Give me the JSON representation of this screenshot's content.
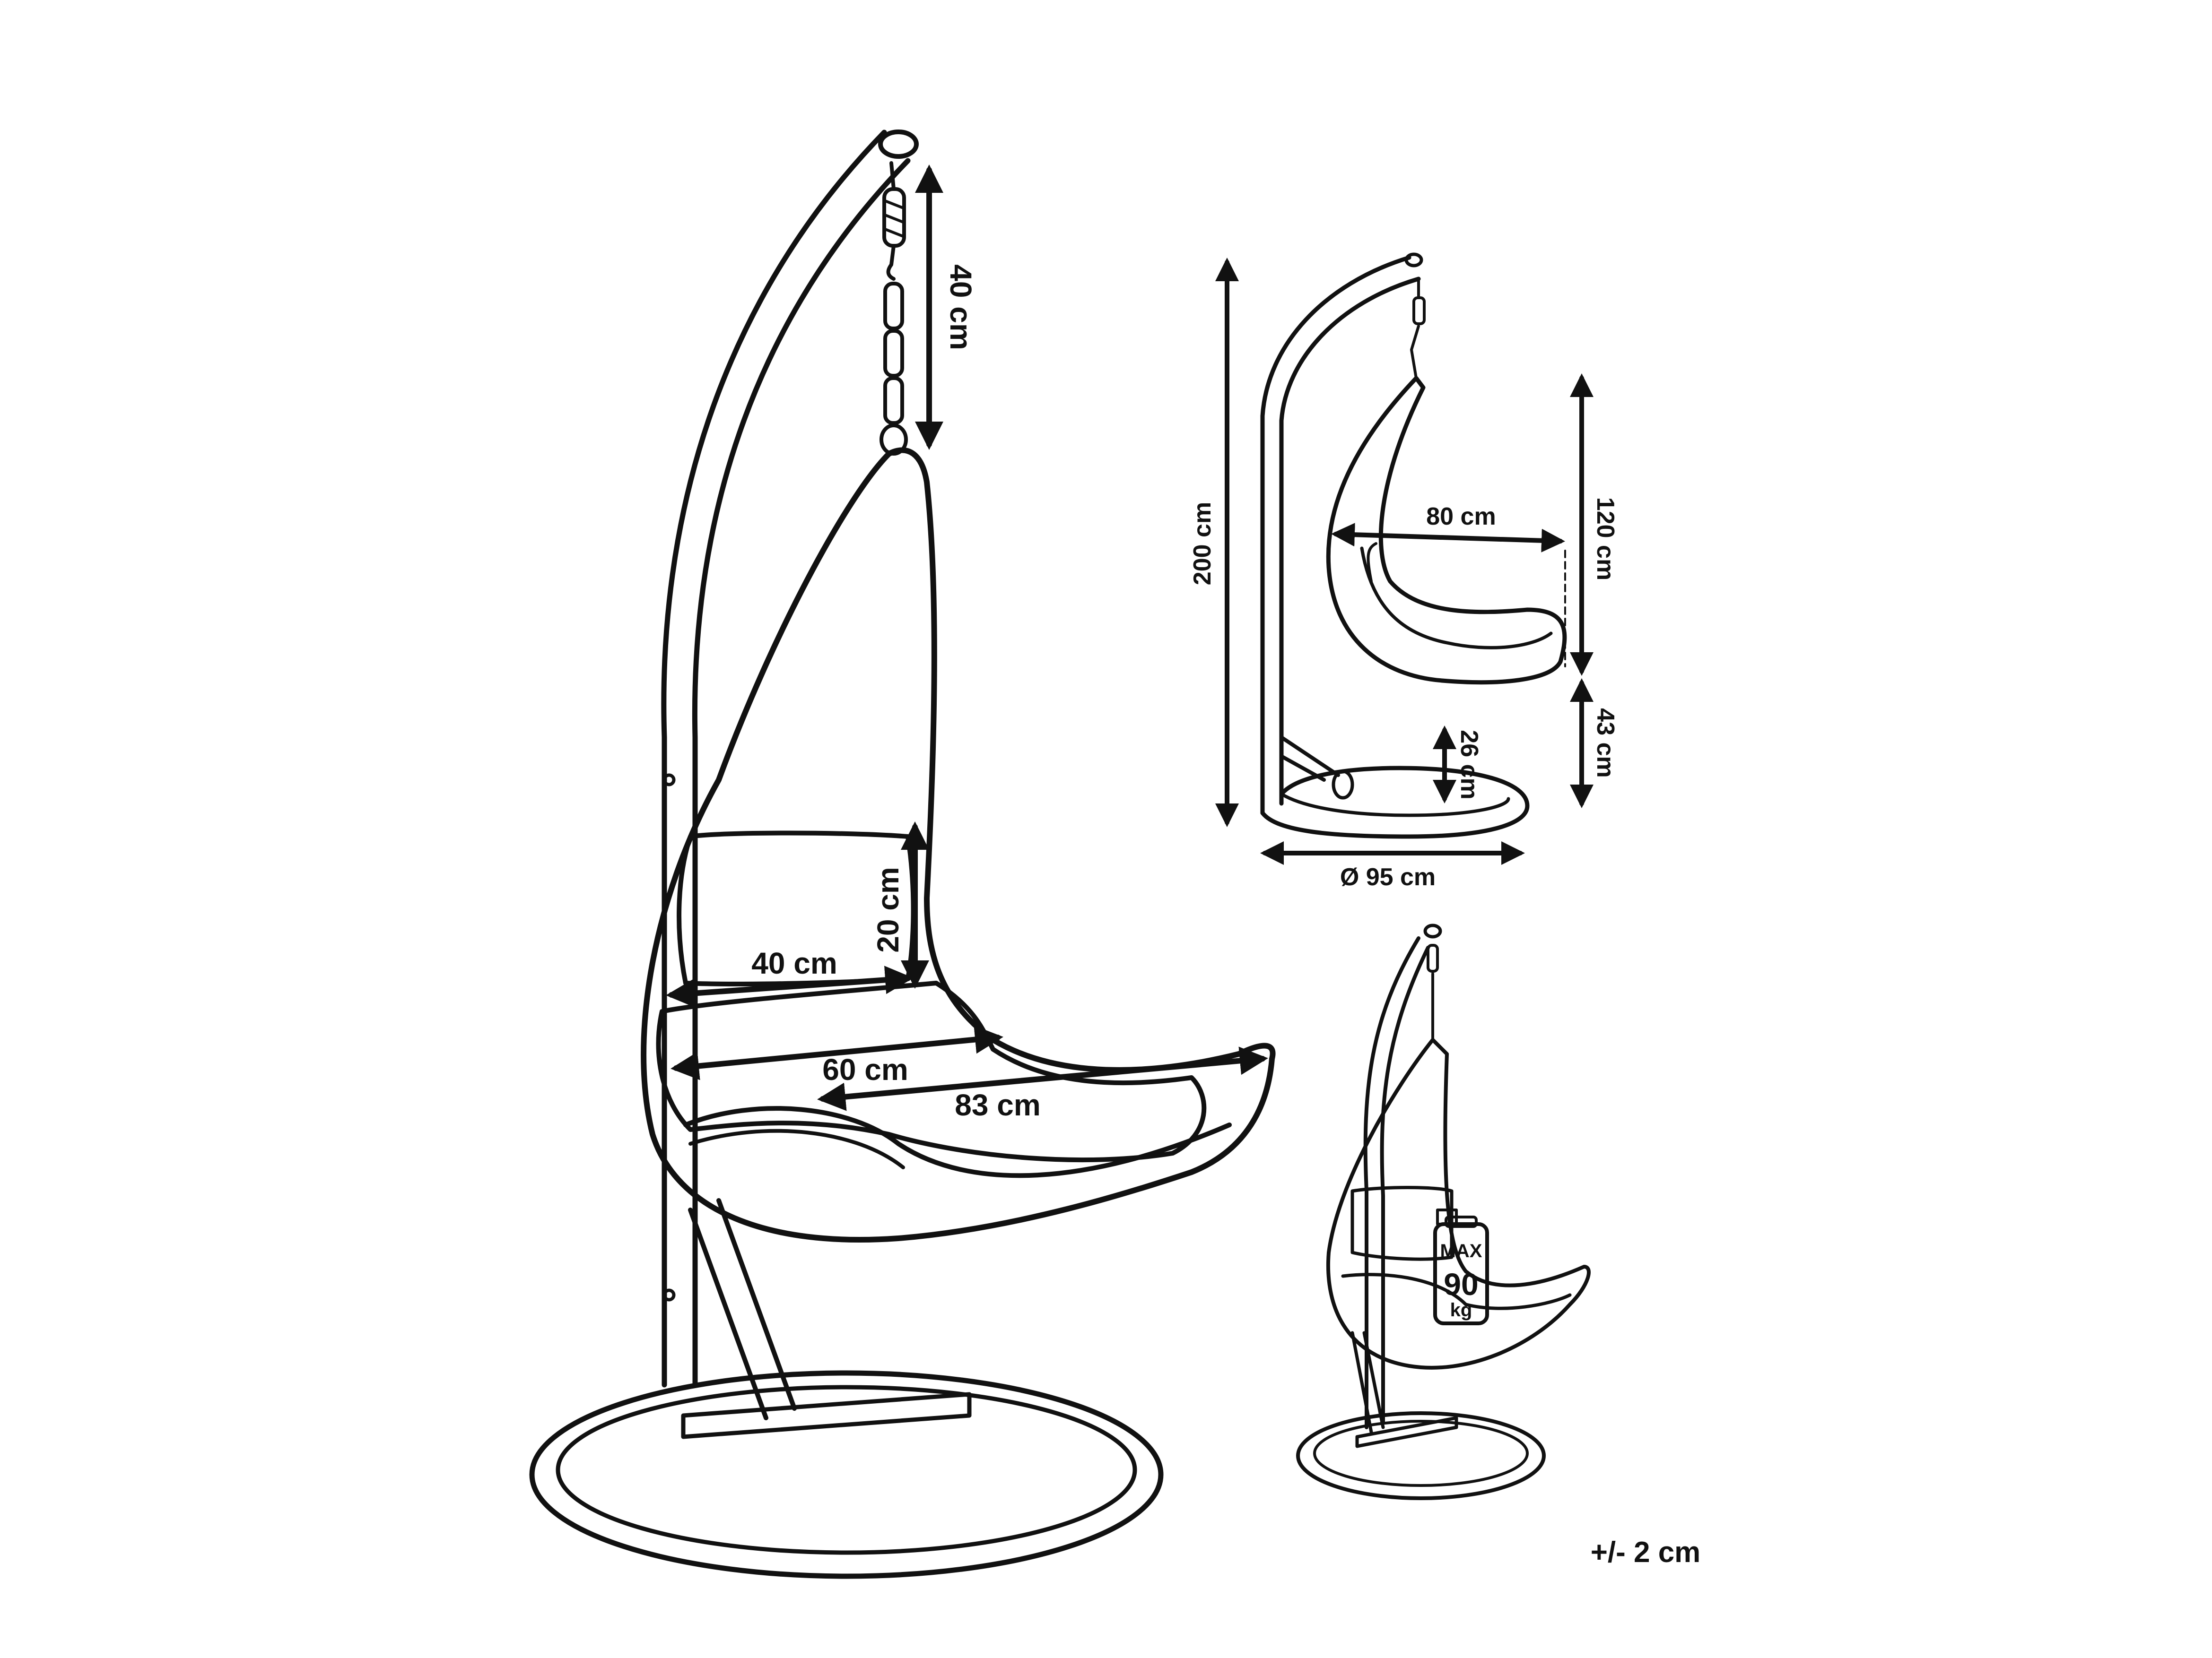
{
  "main_view": {
    "chain_length": "40 cm",
    "backrest_height": "20 cm",
    "seat_depth": "40 cm",
    "seat_width": "60 cm",
    "total_width": "83 cm"
  },
  "side_view": {
    "total_height": "200 cm",
    "basket_depth": "80 cm",
    "basket_height": "120 cm",
    "seat_height": "43 cm",
    "ground_clearance": "26 cm",
    "base_diameter": "Ø 95 cm"
  },
  "load_view": {
    "badge_max": "MAX",
    "badge_value": "90",
    "badge_unit": "kg"
  },
  "tolerance": "+/- 2 cm",
  "colors": {
    "ink": "#111111",
    "background": "#ffffff"
  }
}
